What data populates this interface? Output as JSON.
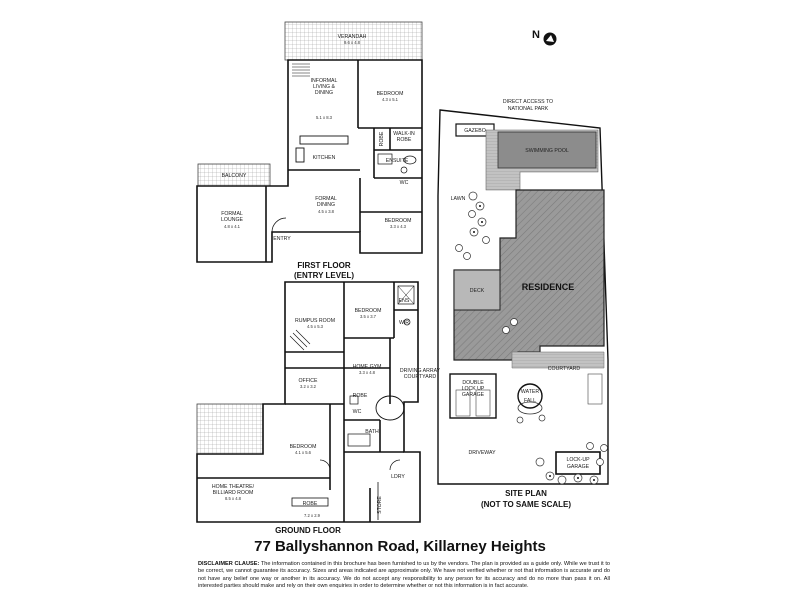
{
  "compass": {
    "label": "N",
    "icon": "north-arrow-icon"
  },
  "first_floor": {
    "title_line1": "FIRST FLOOR",
    "title_line2": "(ENTRY LEVEL)",
    "rooms": {
      "verandah": {
        "name": "VERANDAH",
        "dims": "9.6 x 4.8"
      },
      "informal_line1": "INFORMAL",
      "informal_line2": "LIVING &",
      "informal_line3": "DINING",
      "informal_dims": "5.1 x 8.3",
      "bedroom_top": {
        "name": "BEDROOM",
        "dims": "4.3 x 5.1"
      },
      "robe": "ROBE",
      "walkin_line1": "WALK-IN",
      "walkin_line2": "ROBE",
      "ensuite": "ENSUITE",
      "wc": "WC",
      "kitchen": "KITCHEN",
      "balcony": "BALCONY",
      "formal_dining_line1": "FORMAL",
      "formal_dining_line2": "DINING",
      "formal_dining_dims": "4.5 x 3.8",
      "formal_lounge_line1": "FORMAL",
      "formal_lounge_line2": "LOUNGE",
      "formal_lounge_dims": "4.8 x 4.1",
      "bedroom_right": {
        "name": "BEDROOM",
        "dims": "3.3 x 4.3"
      },
      "entry": "ENTRY"
    }
  },
  "ground_floor": {
    "title": "GROUND FLOOR",
    "rooms": {
      "rumpus": {
        "name": "RUMPUS ROOM",
        "dims": "4.5 x 5.3"
      },
      "bedroom_a": {
        "name": "BEDROOM",
        "dims": "3.5 x 3.7"
      },
      "ens": "ENS",
      "wir": "WIR",
      "home_gym": {
        "name": "HOME GYM",
        "dims": "3.3 x 4.8"
      },
      "driving_line1": "DRIVING ARRAY",
      "driving_line2": "COURTYARD",
      "office": {
        "name": "OFFICE",
        "dims": "3.2 x 3.2"
      },
      "robe": "ROBE",
      "wc": "WC",
      "bath": "BATH",
      "bedroom_b": {
        "name": "BEDROOM",
        "dims": "4.1 x 5.6"
      },
      "robe_b": "ROBE",
      "theatre_line1": "HOME THEATRE/",
      "theatre_line2": "BILLIARD ROOM",
      "theatre_dims": "8.5 x 4.8",
      "laundry": "LDRY",
      "store": "STORE",
      "bottom_dims": "7.2 x 2.9"
    }
  },
  "site_plan": {
    "title_line1": "SITE PLAN",
    "title_line2": "(NOT TO SAME SCALE)",
    "access_line1": "DIRECT ACCESS TO",
    "access_line2": "NATIONAL PARK",
    "gazebo": "GAZEBO",
    "pool": "SWIMMING POOL",
    "lawn": "LAWN",
    "residence": "RESIDENCE",
    "deck": "DECK",
    "courtyard": "COURTYARD",
    "double_garage_line1": "DOUBLE",
    "double_garage_line2": "LOCK UP",
    "double_garage_line3": "GARAGE",
    "water_line1": "WATER",
    "water_line2": "FALL",
    "lockup_line1": "LOCK-UP",
    "lockup_line2": "GARAGE",
    "driveway": "DRIVEWAY"
  },
  "address": "77 Ballyshannon Road, Killarney Heights",
  "disclaimer": {
    "heading": "DISCLAIMER CLAUSE:",
    "body": "The information contained in this brochure has been furnished to us by the vendors. The plan is provided as a guide only. While we trust it to be correct, we cannot guarantee its accuracy. Sizes and areas indicated are approximate only. We have not verified whether or not that information is accurate and do not have any belief one way or another in its accuracy. We do not accept any responsibility to any person for its accuracy and do no more than pass it on. All interested parties should make and rely on their own enquiries in order to determine whether or not this information is in fact accurate."
  },
  "colors": {
    "wall": "#111111",
    "hatch": "#777777",
    "pool": "#8c8c8c",
    "residence": "#9a9a9a",
    "deck": "#b0b0b0"
  }
}
